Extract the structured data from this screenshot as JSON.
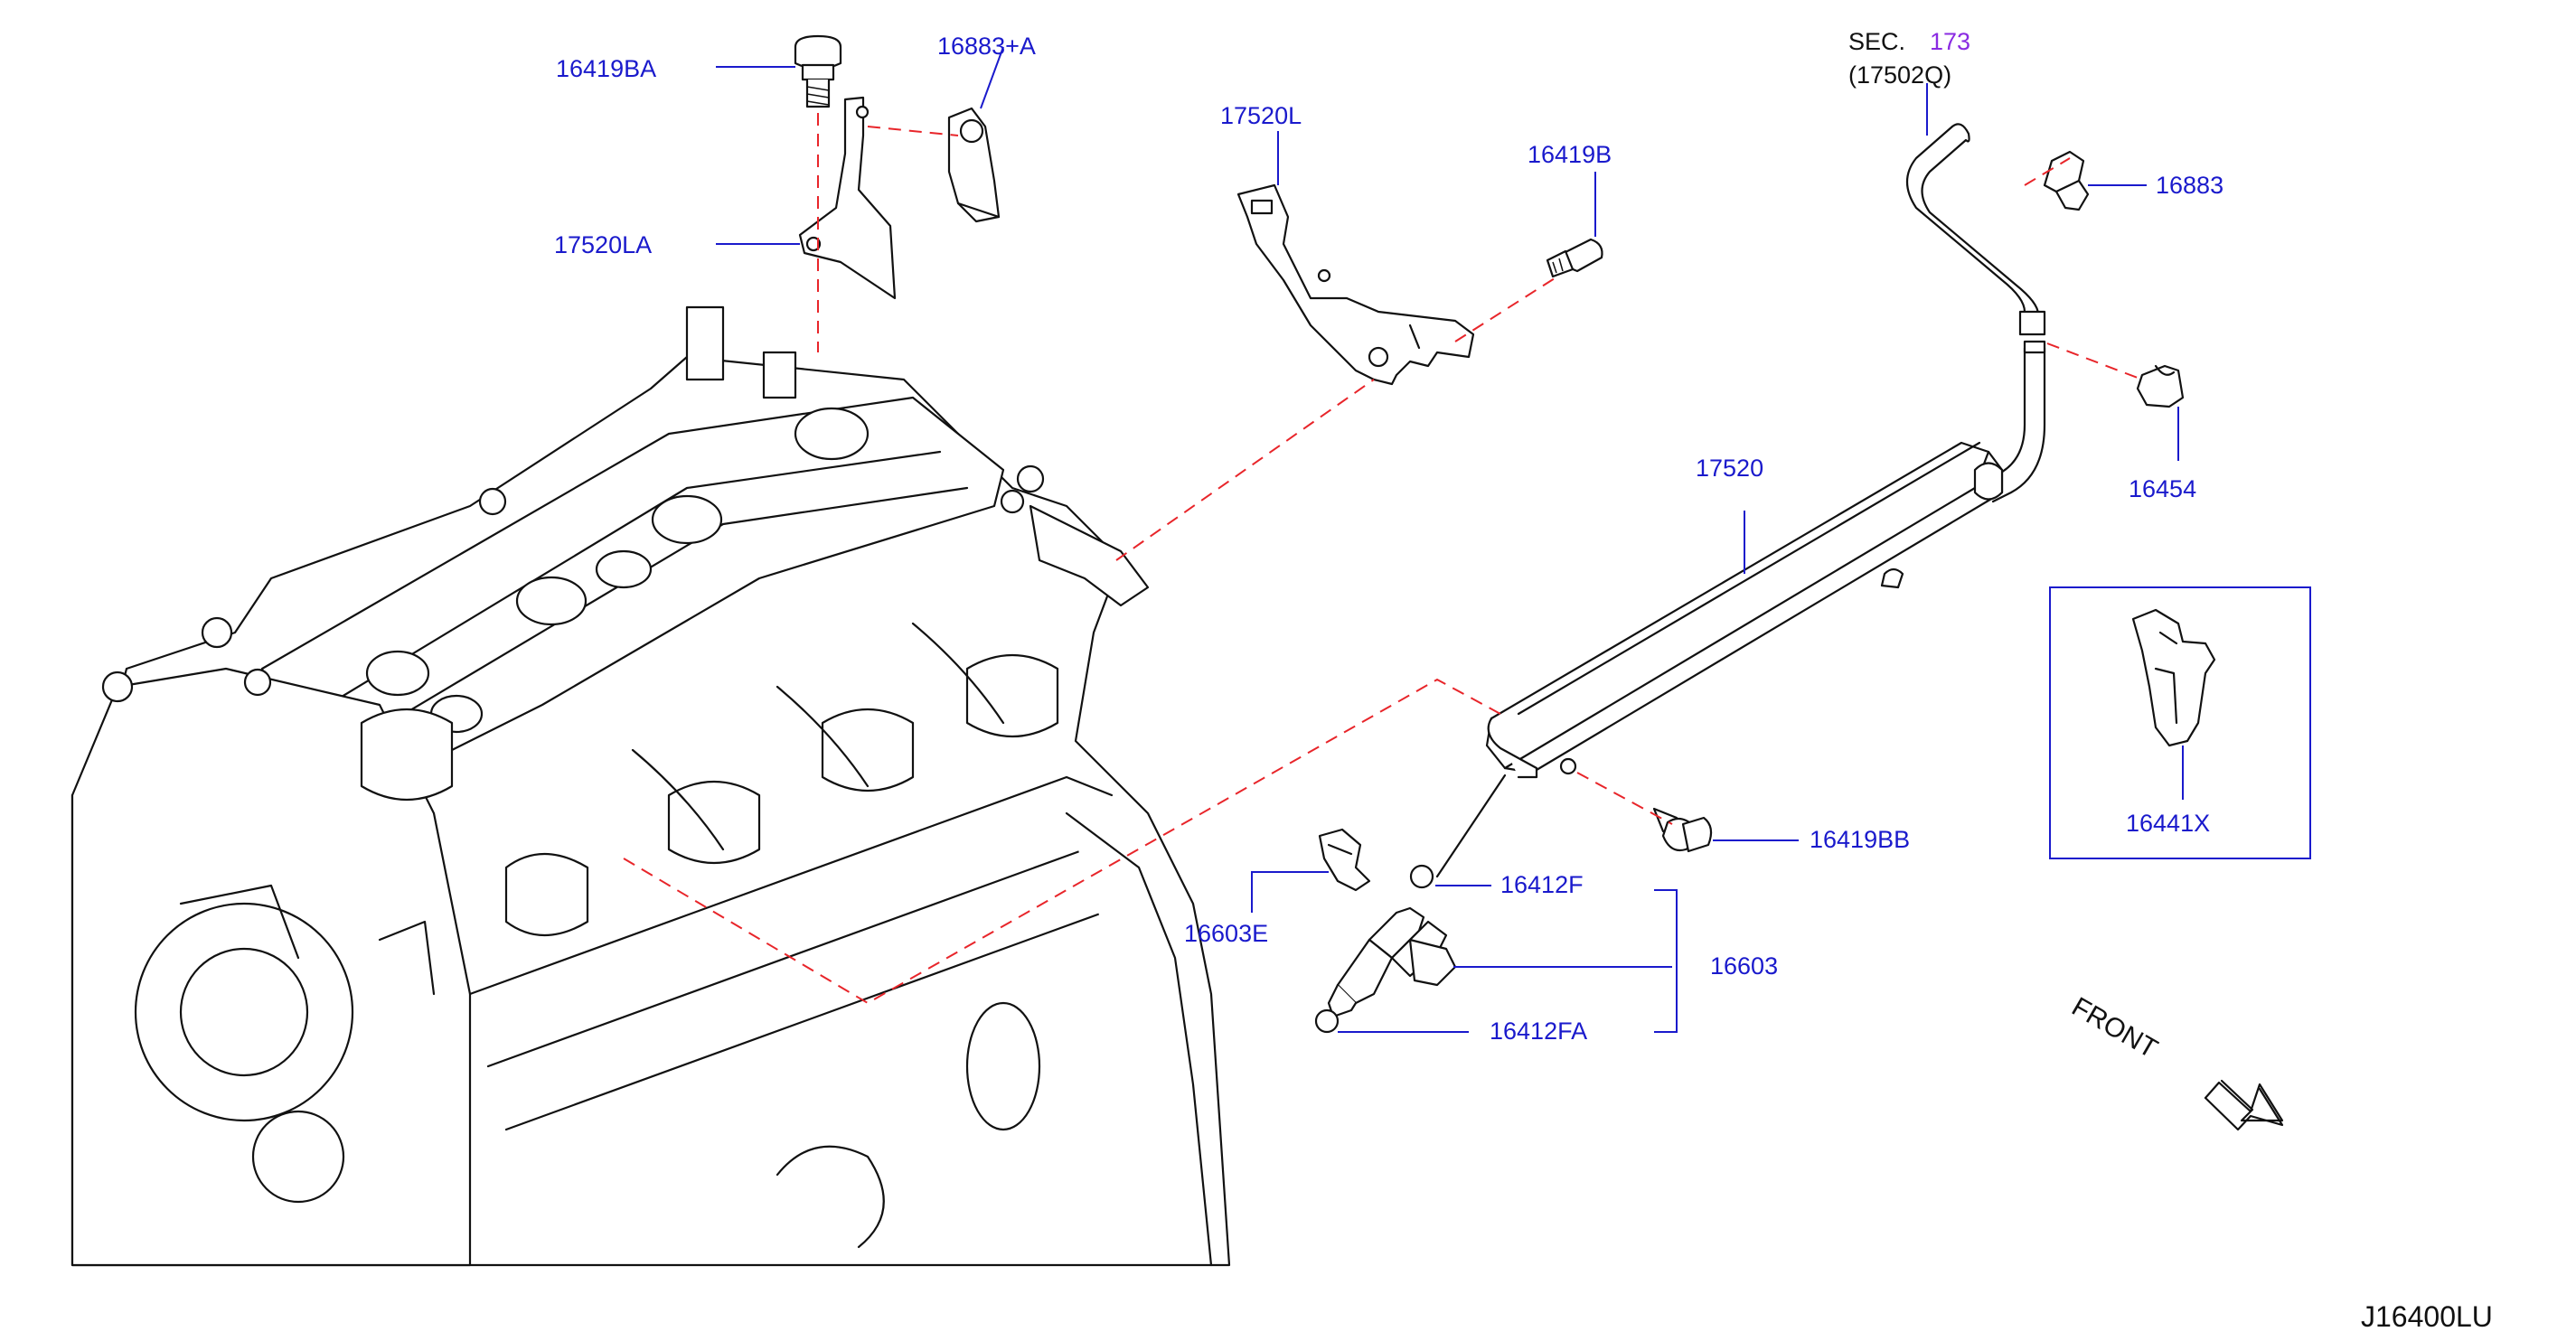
{
  "diagram_code": "J16400LU",
  "front_label": "FRONT",
  "sec_ref": {
    "prefix": "SEC.",
    "number": "173",
    "sub": "(17502Q)"
  },
  "callouts": {
    "c16419BA": "16419BA",
    "c16883A": "16883+A",
    "c17520LA": "17520LA",
    "c17520L": "17520L",
    "c16419B": "16419B",
    "c16883": "16883",
    "c16454": "16454",
    "c17520": "17520",
    "c16441X": "16441X",
    "c16419BB": "16419BB",
    "c16412F": "16412F",
    "c16603E": "16603E",
    "c16603": "16603",
    "c16412FA": "16412FA"
  },
  "colors": {
    "label_blue": "#1a1acc",
    "leader_blue": "#1a1acc",
    "dash_red": "#e8252a",
    "sec_purple": "#8a2be2",
    "line_black": "#111111"
  }
}
